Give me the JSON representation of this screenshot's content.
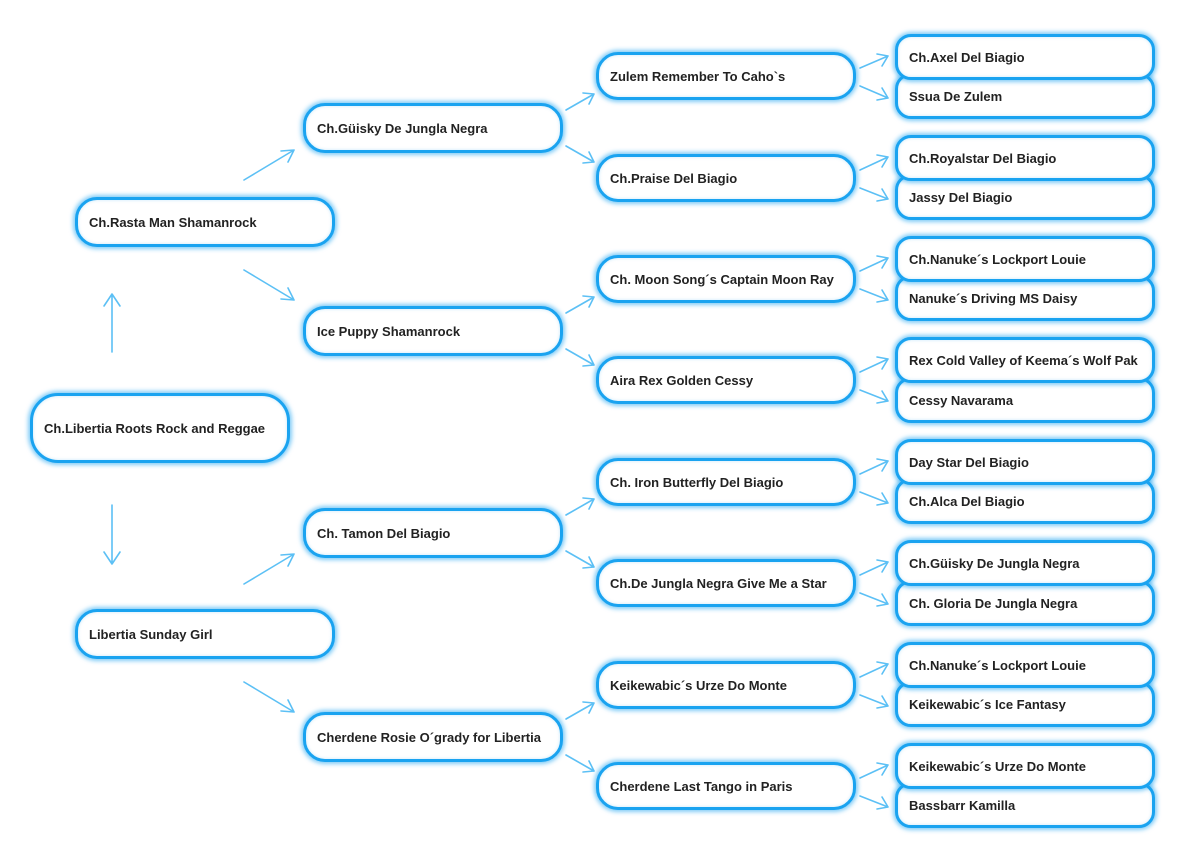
{
  "pedigree": {
    "subject": "Ch.Libertia Roots Rock and Reggae",
    "sire": {
      "name": "Ch.Rasta Man Shamanrock",
      "sire": {
        "name": "Ch.Güisky De Jungla Negra",
        "sire": {
          "name": "Zulem Remember To Caho`s",
          "sire": "Ch.Axel Del Biagio",
          "dam": "Ssua De Zulem"
        },
        "dam": {
          "name": "Ch.Praise Del Biagio",
          "sire": "Ch.Royalstar Del Biagio",
          "dam": "Jassy Del Biagio"
        }
      },
      "dam": {
        "name": "Ice Puppy Shamanrock",
        "sire": {
          "name": "Ch. Moon Song´s Captain Moon Ray",
          "sire": "Ch.Nanuke´s Lockport Louie",
          "dam": "Nanuke´s Driving MS Daisy"
        },
        "dam": {
          "name": "Aira Rex Golden Cessy",
          "sire": "Rex Cold Valley of Keema´s Wolf Pak",
          "dam": "Cessy Navarama"
        }
      }
    },
    "dam": {
      "name": "Libertia Sunday Girl",
      "sire": {
        "name": "Ch. Tamon Del Biagio",
        "sire": {
          "name": "Ch. Iron Butterfly Del Biagio",
          "sire": "Day Star Del Biagio",
          "dam": "Ch.Alca Del Biagio"
        },
        "dam": {
          "name": "Ch.De Jungla Negra Give Me a Star",
          "sire": "Ch.Güisky De Jungla Negra",
          "dam": "Ch. Gloria De Jungla Negra"
        }
      },
      "dam": {
        "name": "Cherdene Rosie O´grady for Libertia",
        "sire": {
          "name": "Keikewabic´s Urze Do Monte",
          "sire": "Ch.Nanuke´s Lockport Louie",
          "dam": "Keikewabic´s Ice Fantasy"
        },
        "dam": {
          "name": "Cherdene Last Tango in Paris",
          "sire": "Keikewabic´s Urze Do Monte",
          "dam": "Bassbarr Kamilla"
        }
      }
    }
  },
  "colors": {
    "border": "#1aa3f0",
    "arrow": "#5cc0f5",
    "text": "#222222"
  }
}
